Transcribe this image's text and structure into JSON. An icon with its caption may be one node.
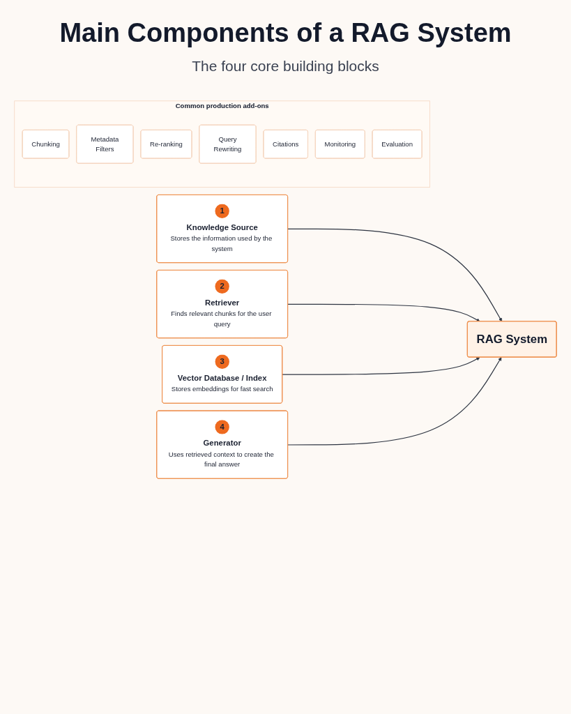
{
  "diagram": {
    "title": "Main Components of a RAG System",
    "nodes": [
      {
        "text": [
          "1",
          "Knowledge Source",
          "Stores the information used by the system"
        ]
      },
      {
        "text": [
          "2",
          "Retriever",
          "Finds relevant chunks for the user query"
        ]
      },
      {
        "text": [
          "RAG System"
        ]
      },
      {
        "text": [
          "3",
          "Vector Database / Index",
          "Stores embeddings for fast search"
        ]
      },
      {
        "text": [
          "4",
          "Generator",
          "Uses retrieved context to create the final answer"
        ]
      },
      {
        "text": [
          "Common production add-ons"
        ]
      },
      {
        "text": [
          "Chunking"
        ],
        "in": 5
      },
      {
        "text": [
          "Metadata Filters"
        ],
        "in": 5
      },
      {
        "text": [
          "Re-ranking"
        ],
        "in": 5
      },
      {
        "text": [
          "Query Rewriting"
        ],
        "in": 5
      },
      {
        "text": [
          "Citations"
        ],
        "in": 5
      },
      {
        "text": [
          "Monitoring"
        ],
        "in": 5
      },
      {
        "text": [
          "Evaluation"
        ],
        "in": 5
      }
    ],
    "edges": [
      {
        "from": 0,
        "to": 2,
        "arrow": "to"
      },
      {
        "from": 1,
        "to": 2,
        "arrow": "to"
      },
      {
        "from": 3,
        "to": 2,
        "arrow": "to"
      },
      {
        "from": 4,
        "to": 2,
        "arrow": "to"
      }
    ],
    "labels": [
      "The four core building blocks"
    ]
  }
}
